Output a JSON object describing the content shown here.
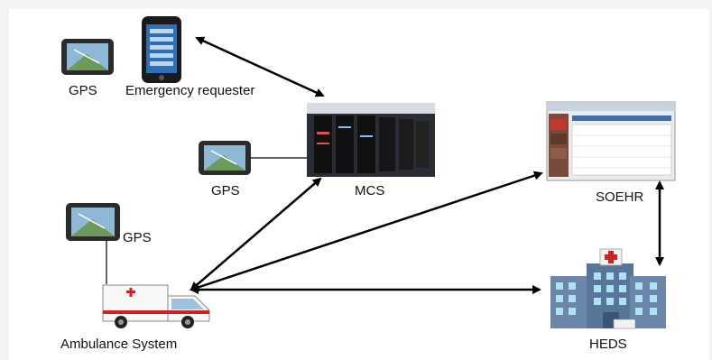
{
  "nodes": {
    "gps_top": {
      "label": "GPS"
    },
    "emergency_requester": {
      "label": "Emergency requester"
    },
    "gps_mid": {
      "label": "GPS"
    },
    "mcs": {
      "label": "MCS"
    },
    "soehr": {
      "label": "SOEHR"
    },
    "gps_left": {
      "label": "GPS"
    },
    "ambulance_system": {
      "label": "Ambulance System"
    },
    "heds": {
      "label": "HEDS"
    }
  },
  "edges": [
    {
      "from": "emergency_requester",
      "to": "mcs",
      "directed": "both"
    },
    {
      "from": "gps_mid",
      "to": "mcs",
      "directed": "none"
    },
    {
      "from": "gps_left",
      "to": "ambulance_system",
      "directed": "none"
    },
    {
      "from": "ambulance_system",
      "to": "mcs",
      "directed": "both"
    },
    {
      "from": "ambulance_system",
      "to": "soehr",
      "directed": "both"
    },
    {
      "from": "ambulance_system",
      "to": "heds",
      "directed": "both"
    },
    {
      "from": "soehr",
      "to": "heds",
      "directed": "both"
    }
  ],
  "colors": {
    "arrow": "#000000",
    "gps_frame": "#2b2b2b",
    "gps_screen": "#8fb7d6",
    "phone_body": "#1a1a1a",
    "phone_screen": "#2e6fb8",
    "server": "#1b1b1b",
    "server_led": "#d9534f",
    "hospital": "#6a86a8",
    "hospital_window": "#aee2f0",
    "ambulance_body": "#f7f7f7",
    "ambulance_stripe": "#d02020"
  }
}
